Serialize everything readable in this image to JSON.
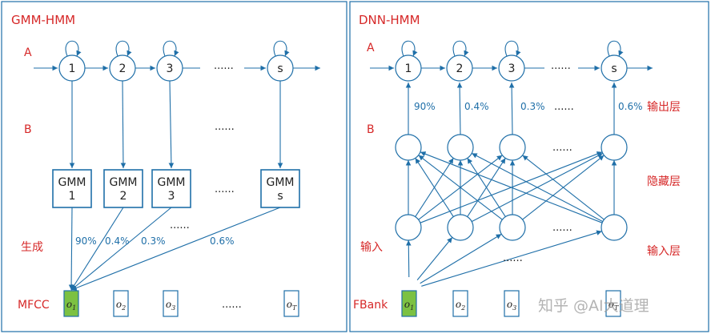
{
  "left": {
    "title": "GMM-HMM",
    "row_a": "A",
    "row_b": "B",
    "row_gen": "生成",
    "row_feat": "MFCC",
    "states": [
      "1",
      "2",
      "3",
      "s"
    ],
    "gmm_prefix": "GMM",
    "gmm_ids": [
      "1",
      "2",
      "3",
      "s"
    ],
    "ellipsis": "......",
    "emission_pcts": [
      "90%",
      "0.4%",
      "0.3%",
      "0.6%"
    ],
    "obs_base": "o",
    "obs_subs": [
      "1",
      "2",
      "3",
      "T"
    ]
  },
  "right": {
    "title": "DNN-HMM",
    "row_a": "A",
    "row_b": "B",
    "row_input": "输入",
    "row_feat": "FBank",
    "states": [
      "1",
      "2",
      "3",
      "s"
    ],
    "output_pcts": [
      "90%",
      "0.4%",
      "0.3%",
      "0.6%"
    ],
    "output_layer": "输出层",
    "hidden_layer": "隐藏层",
    "input_layer": "输入层",
    "ellipsis": "......",
    "obs_base": "o",
    "obs_subs": [
      "1",
      "2",
      "3",
      "T"
    ]
  },
  "watermark": "知乎 @AI大道理",
  "colors": {
    "line": "#1f6fa8",
    "label_red": "#d62828",
    "highlight_fill": "#7cc142",
    "text": "#222222"
  }
}
